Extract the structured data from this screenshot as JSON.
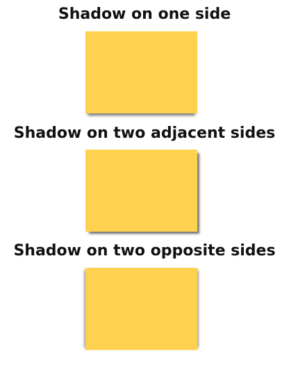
{
  "sections": [
    {
      "heading": "Shadow on one side"
    },
    {
      "heading": "Shadow on two adjacent sides"
    },
    {
      "heading": "Shadow on two opposite sides"
    }
  ],
  "colors": {
    "box_fill": "#fed24f",
    "background": "#ffffff",
    "text": "#111111"
  }
}
